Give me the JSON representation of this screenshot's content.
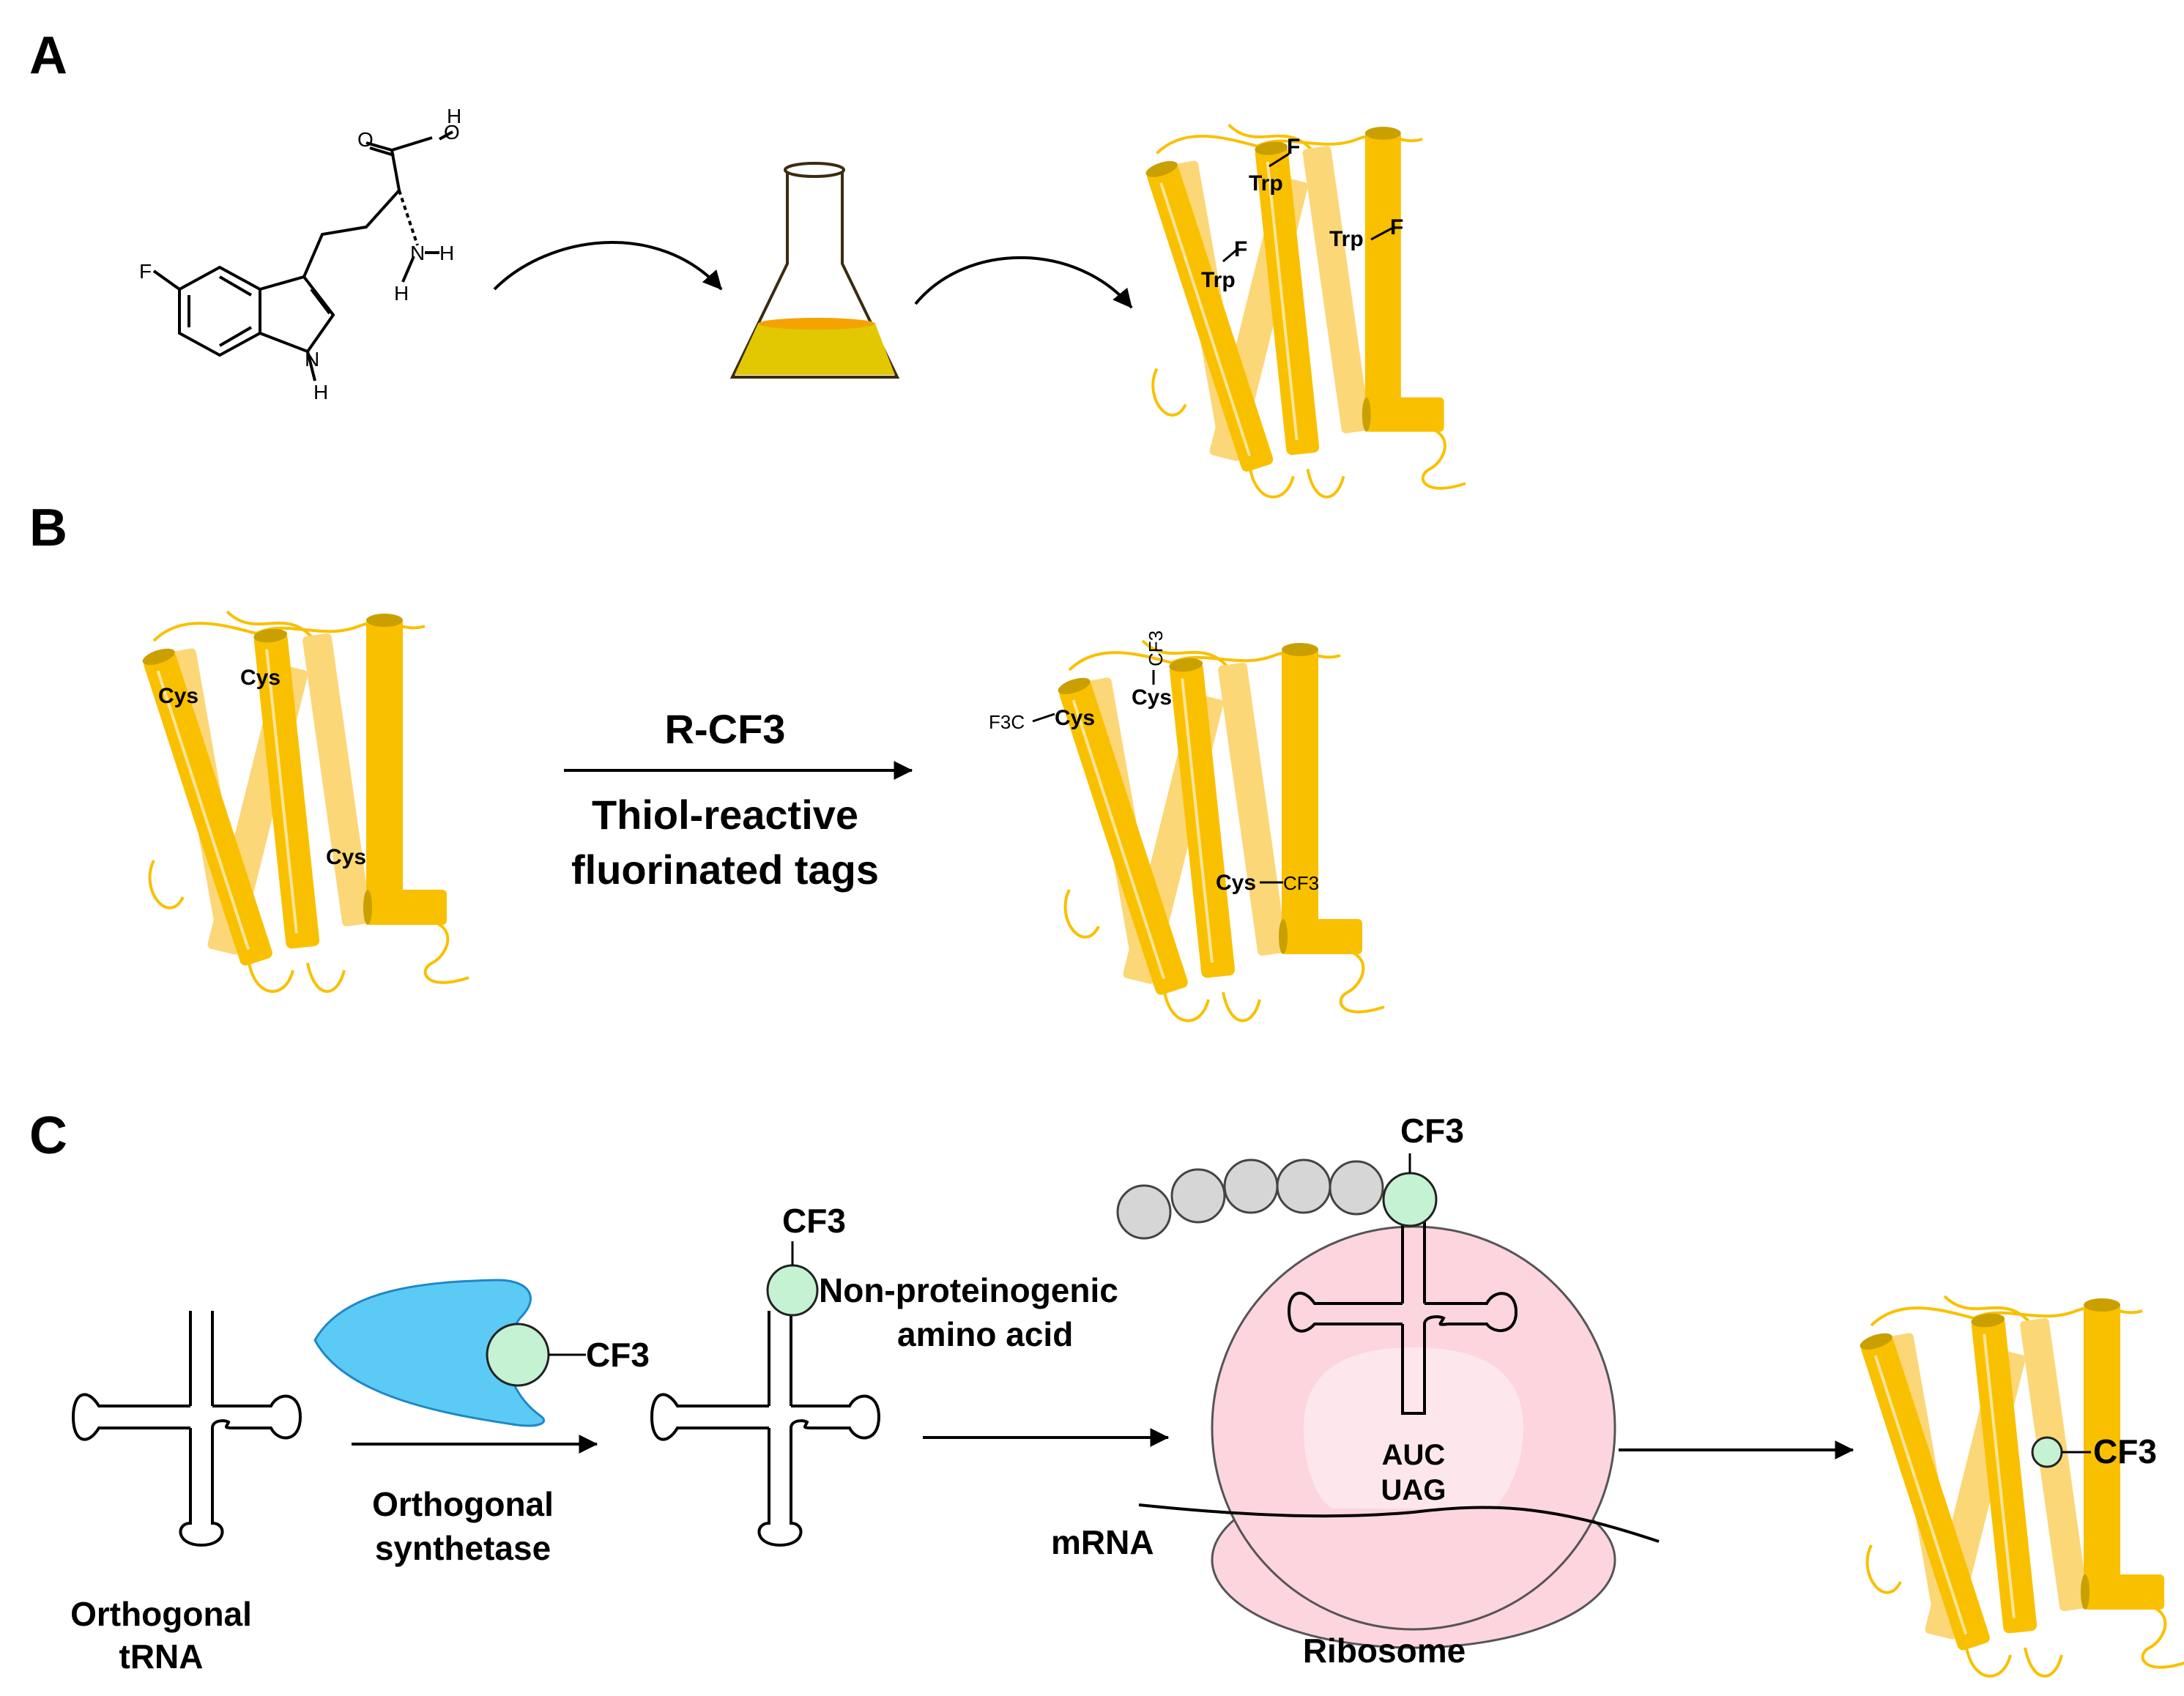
{
  "panel_labels": {
    "a": "A",
    "b": "B",
    "c": "C"
  },
  "colors": {
    "helix_front": "#f9c000",
    "helix_back": "#fbd777",
    "helix_cap": "#c9a000",
    "flask_liquid": "#e2c800",
    "flask_surface": "#f4a300",
    "synthetase": "#5bcbf5",
    "amino_acid": "#c4f2d3",
    "bead": "#d6d6d6",
    "ribosome": "#fcd5df",
    "ribosome_center": "#fde7ec"
  },
  "panel_a": {
    "molecule_atoms": {
      "o": "O",
      "h_acid": "H",
      "o_h": "O",
      "f": "F",
      "n_amine": "N",
      "h1": "H",
      "h2": "H",
      "n_ring": "N",
      "h_ring": "H"
    },
    "labels": {
      "trp1": "Trp",
      "trp2": "Trp",
      "trp3": "Trp",
      "f1": "F",
      "f2": "F",
      "f3": "F"
    },
    "icons": {
      "flask": "erlenmeyer-flask-icon"
    }
  },
  "panel_b": {
    "left_labels": {
      "cys1": "Cys",
      "cys2": "Cys",
      "cys3": "Cys"
    },
    "reagent": "R-CF3",
    "reaction_line1": "Thiol-reactive",
    "reaction_line2": "fluorinated tags",
    "right_labels": {
      "f3c": "F3C",
      "cys1": "Cys",
      "cys2": "Cys",
      "cf3_top": "CF3",
      "cys3": "Cys",
      "cf3_bottom": "CF3"
    }
  },
  "panel_c": {
    "trna_label_line1": "Orthogonal",
    "trna_label_line2": "tRNA",
    "synthetase_cf3": "CF3",
    "synthetase_line1": "Orthogonal",
    "synthetase_line2": "synthetase",
    "charged_cf3": "CF3",
    "naa_line1": "Non-proteinogenic",
    "naa_line2": "amino acid",
    "chain_cf3": "CF3",
    "anticodon": "AUC",
    "codon": "UAG",
    "mrna": "mRNA",
    "ribosome": "Ribosome",
    "product_cf3": "CF3"
  }
}
